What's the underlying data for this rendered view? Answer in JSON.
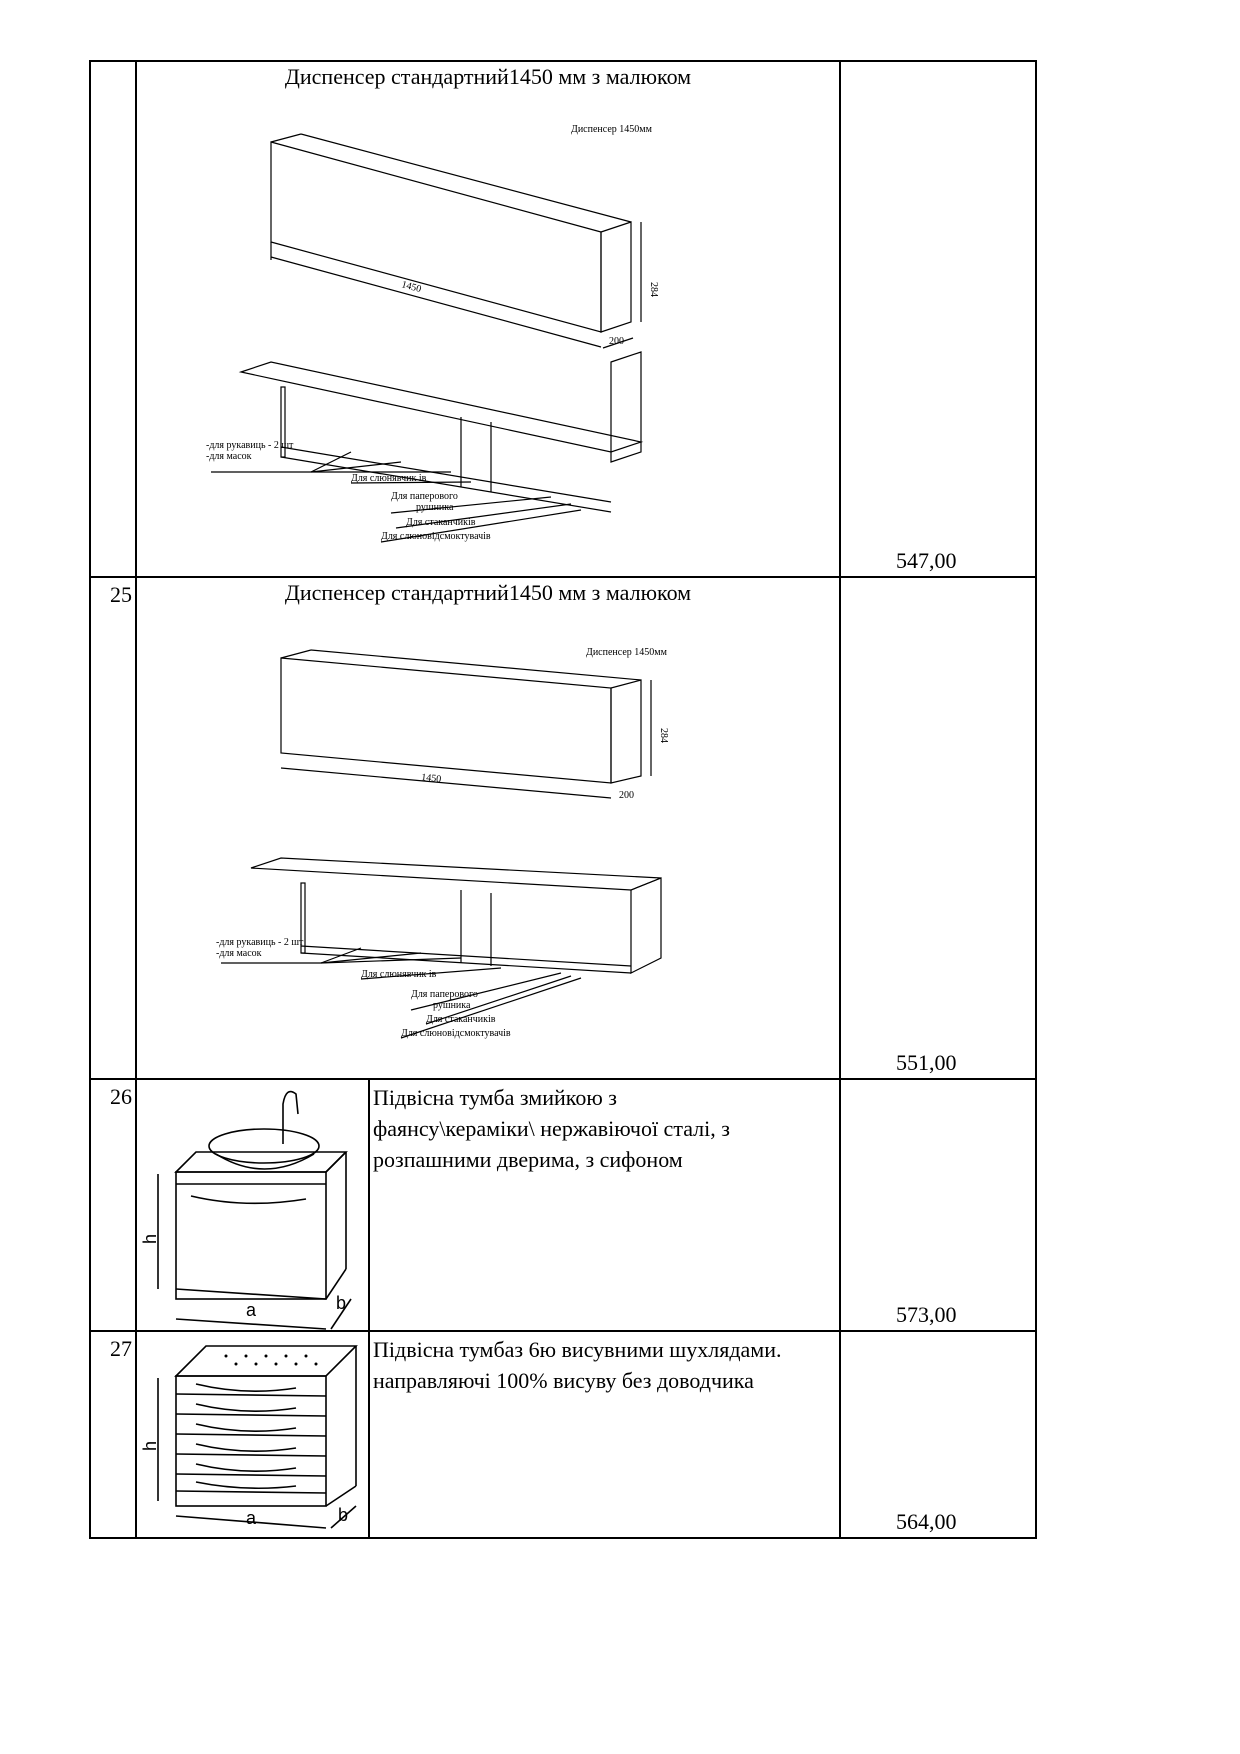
{
  "rows": [
    {
      "number": "",
      "title": "Диспенсер стандартний1450 мм з малюком",
      "price": "547,00",
      "drawing": {
        "caption": "Диспенсер 1450мм",
        "dim_length": "1450",
        "dim_height": "284",
        "dim_depth": "200",
        "labels": [
          "-для рукавиць - 2 шт",
          "-для масок",
          "Для слюнявчик ів",
          "Для паперового",
          "рушника",
          "Для стаканчиків",
          "Для слюновідсмоктувачів"
        ]
      }
    },
    {
      "number": "25",
      "title": "Диспенсер стандартний1450 мм з малюком",
      "price": "551,00",
      "drawing": {
        "caption": "Диспенсер 1450мм",
        "dim_length": "1450",
        "dim_height": "284",
        "dim_depth": "200",
        "labels": [
          "-для рукавиць - 2 шт",
          "-для масок",
          "Для слюнявчик ів",
          "Для паперового",
          "рушника",
          "Для стаканчиків",
          "Для слюновідсмоктувачів"
        ]
      }
    },
    {
      "number": "26",
      "description": [
        "Підвісна тумба змийкою з",
        "фаянсу\\кераміки\\ нержавіючої сталі, з",
        "розпашними дверима,  з сифоном"
      ],
      "price": "573,00",
      "drawing": {
        "dim_h": "h",
        "dim_a": "a",
        "dim_b": "b"
      }
    },
    {
      "number": "27",
      "description": [
        "Підвісна тумбаз 6ю висувними шухлядами.",
        "направляючі 100% висуву без доводчика"
      ],
      "price": "564,00",
      "drawing": {
        "dim_h": "h",
        "dim_a": "a",
        "dim_b": "b"
      }
    }
  ]
}
